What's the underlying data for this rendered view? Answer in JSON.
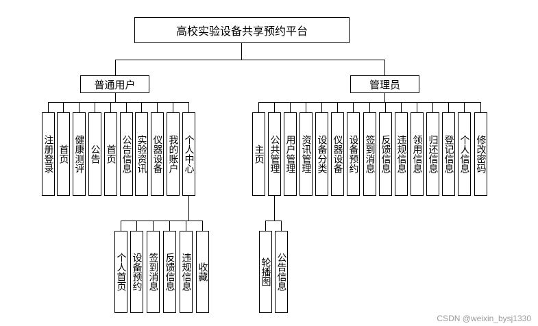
{
  "root": {
    "label": "高校实验设备共享预约平台"
  },
  "groups": [
    {
      "label": "普通用户",
      "children": [
        {
          "label": "注册登录"
        },
        {
          "label": "首页"
        },
        {
          "label": "健康测评"
        },
        {
          "label": "公告"
        },
        {
          "label": "首页"
        },
        {
          "label": "公告信息"
        },
        {
          "label": "实验资讯"
        },
        {
          "label": "仪器设备"
        },
        {
          "label": "我的账户"
        },
        {
          "label": "个人中心",
          "children": [
            {
              "label": "个人首页"
            },
            {
              "label": "设备预约"
            },
            {
              "label": "签到消息"
            },
            {
              "label": "反馈信息"
            },
            {
              "label": "违规信息"
            },
            {
              "label": "收藏"
            }
          ]
        }
      ]
    },
    {
      "label": "管理员",
      "children": [
        {
          "label": "主页"
        },
        {
          "label": "公共管理",
          "children": [
            {
              "label": "轮播图"
            },
            {
              "label": "公告信息"
            }
          ]
        },
        {
          "label": "用户管理"
        },
        {
          "label": "资讯管理"
        },
        {
          "label": "设备分类"
        },
        {
          "label": "仪器设备"
        },
        {
          "label": "设备预约"
        },
        {
          "label": "签到消息"
        },
        {
          "label": "反馈信息"
        },
        {
          "label": "违规信息"
        },
        {
          "label": "领用信息"
        },
        {
          "label": "归还信息"
        },
        {
          "label": "登记信息"
        },
        {
          "label": "个人信息"
        },
        {
          "label": "修改密码"
        }
      ]
    }
  ],
  "watermark": "CSDN @weixin_bysj1330"
}
